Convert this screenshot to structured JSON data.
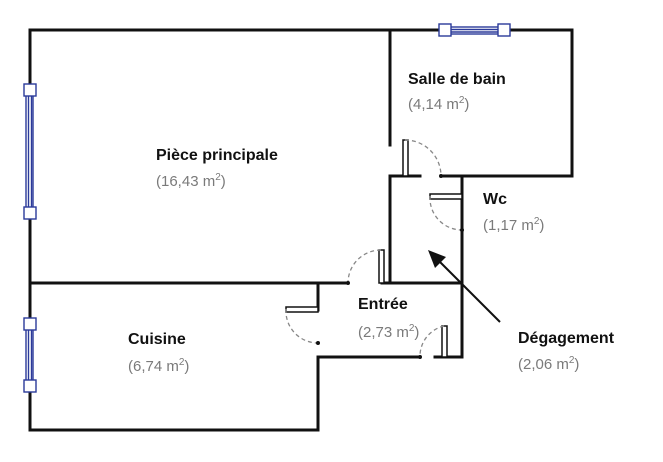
{
  "plan": {
    "colors": {
      "wall": "#111111",
      "window": "#2b3a9a",
      "door": "#888888",
      "label": "#111111",
      "area": "#7a7a7a"
    },
    "rooms": [
      {
        "id": "piece-principale",
        "name": "Pièce principale",
        "area": "(16,43 m",
        "area_suffix": ")"
      },
      {
        "id": "salle-de-bain",
        "name": "Salle de bain",
        "area": "(4,14 m",
        "area_suffix": ")"
      },
      {
        "id": "wc",
        "name": "Wc",
        "area": "(1,17 m",
        "area_suffix": ")"
      },
      {
        "id": "entree",
        "name": "Entrée",
        "area": "(2,73 m",
        "area_suffix": ")"
      },
      {
        "id": "cuisine",
        "name": "Cuisine",
        "area": "(6,74 m",
        "area_suffix": ")"
      },
      {
        "id": "degagement",
        "name": "Dégagement",
        "area": "(2,06 m",
        "area_suffix": ")"
      }
    ],
    "unit_exponent": "2"
  }
}
